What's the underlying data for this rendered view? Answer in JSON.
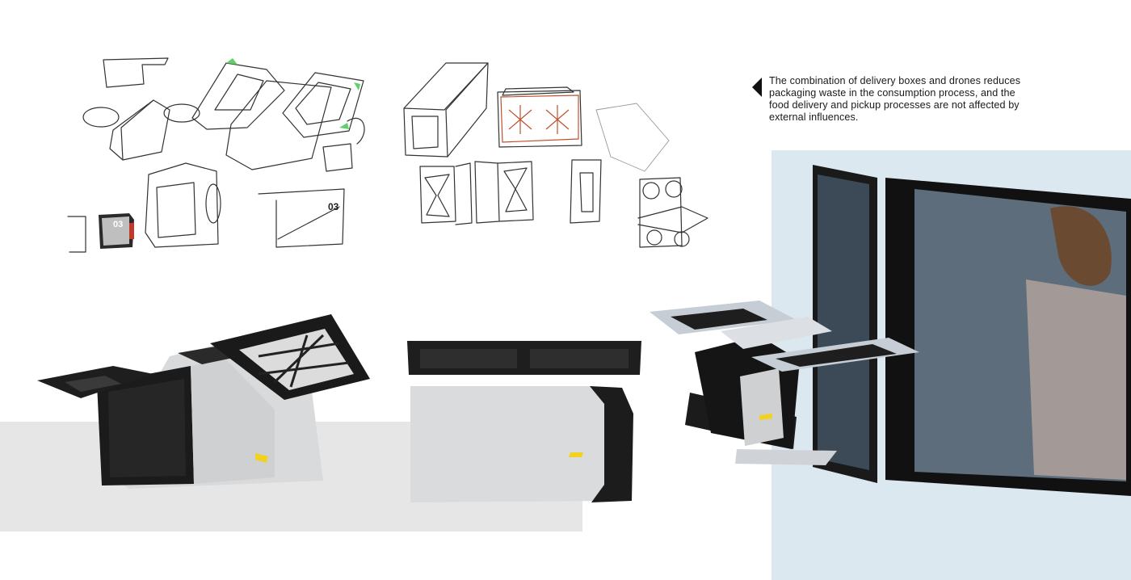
{
  "caption": {
    "text": "The combination of delivery boxes and drones reduces packaging waste in the consumption process, and the food delivery and pickup processes are not affected by external influences.",
    "marker_icon": "triangle-left-icon"
  },
  "sketches": {
    "left_group_label": "03",
    "right_group_label": "03"
  },
  "colors": {
    "accent_green": "#5fd06a",
    "sketch_red": "#c0502c",
    "indicator_yellow": "#f2d21e",
    "box_black": "#1b1b1b",
    "box_silver": "#d9dadb",
    "wall": "#dce8f0",
    "floor_band": "#e6e6e6"
  }
}
